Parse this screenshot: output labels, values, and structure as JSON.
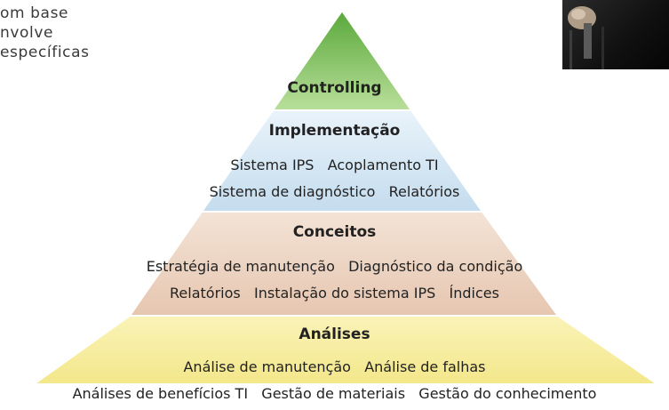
{
  "intro_lines": [
    "om base",
    "nvolve",
    "específicas"
  ],
  "pyramid": {
    "levels": [
      {
        "id": "controlling",
        "title": "Controlling",
        "lines": []
      },
      {
        "id": "implementacao",
        "title": "Implementação",
        "lines": [
          "Sistema IPS   Acoplamento TI",
          "Sistema de diagnóstico   Relatórios"
        ]
      },
      {
        "id": "conceitos",
        "title": "Conceitos",
        "lines": [
          "Estratégia de manutenção   Diagnóstico da condição",
          "Relatórios   Instalação do sistema IPS   Índices"
        ]
      },
      {
        "id": "analises",
        "title": "Análises",
        "lines": [
          "Análise de manutenção   Análise de falhas",
          "Análises de benefícios TI   Gestão de materiais   Gestão do conhecimento"
        ]
      }
    ]
  },
  "colors": {
    "controlling": "#8cc86e",
    "implementacao": "#cfe4f2",
    "conceitos": "#ecd4c2",
    "analises": "#f6ee9e",
    "border": "#ffffff"
  }
}
